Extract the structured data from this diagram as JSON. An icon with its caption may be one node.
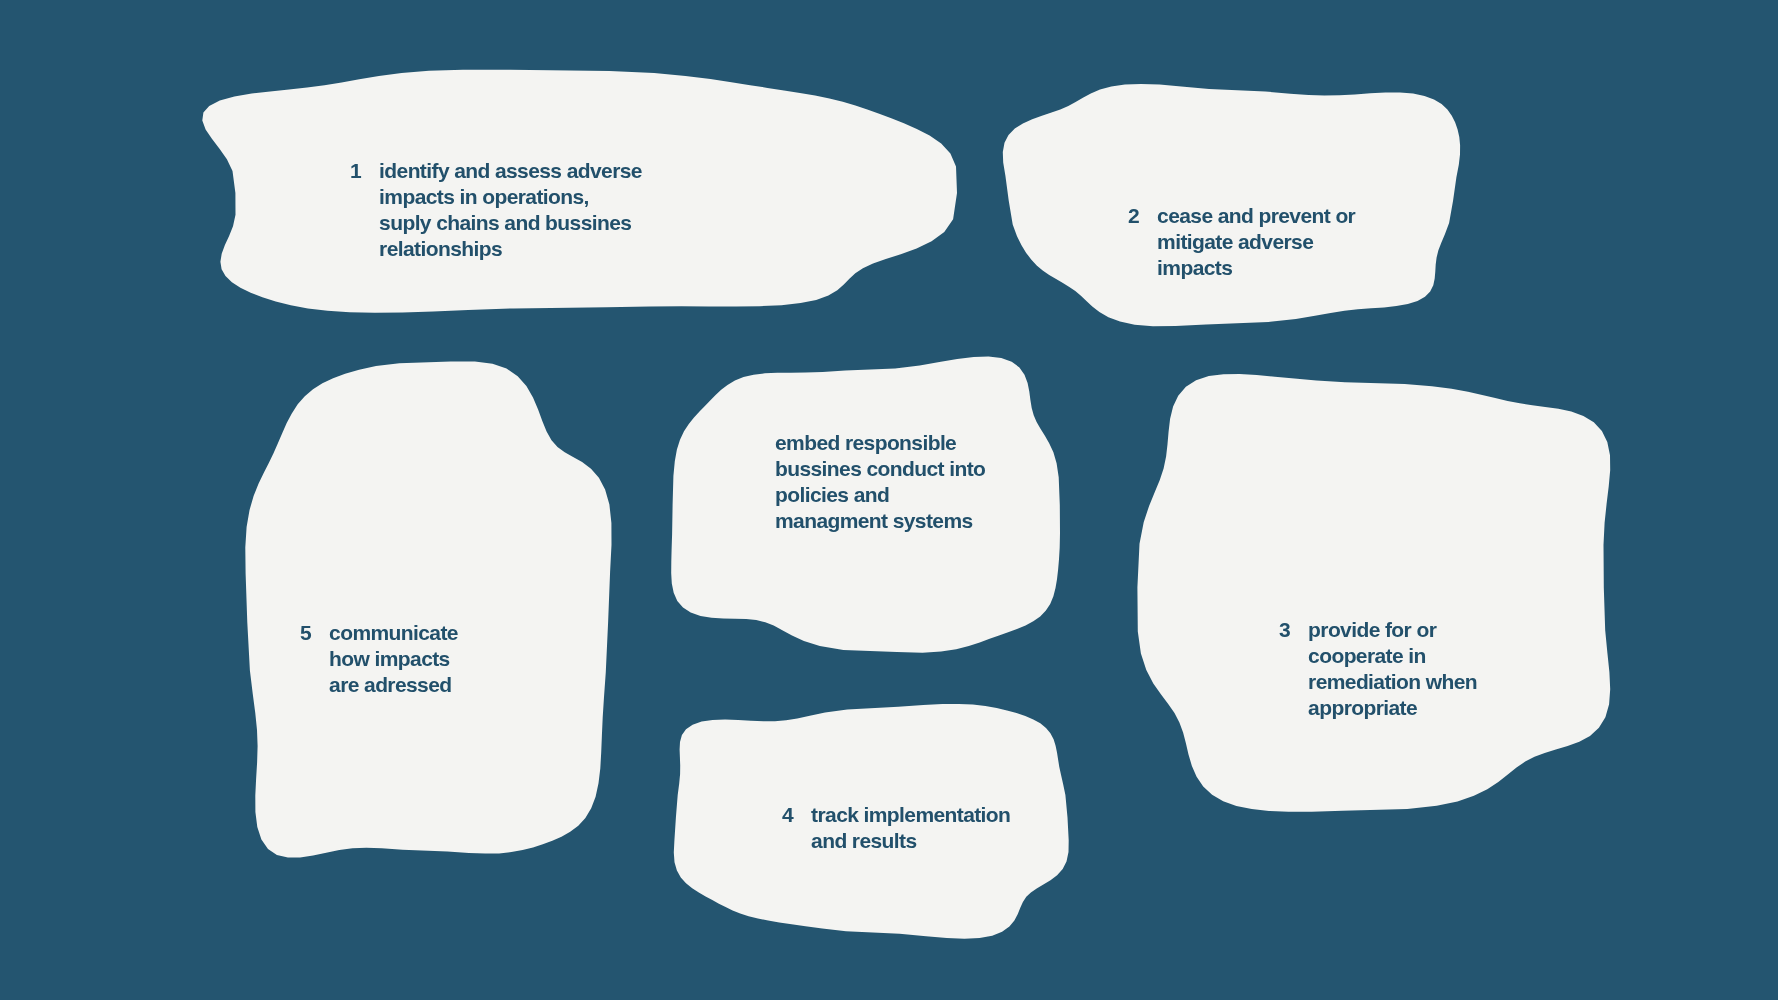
{
  "diagram": {
    "nodes": [
      {
        "text": [
          "1",
          "identify and assess adverse impacts in operations, suply chains and bussines relationships"
        ]
      },
      {
        "text": [
          "2",
          "cease and prevent or mitigate adverse impacts"
        ]
      },
      {
        "text": [
          "embed responsible bussines conduct into policies and managment systems"
        ]
      },
      {
        "text": [
          "5",
          "communicate how impacts are adressed"
        ]
      },
      {
        "text": [
          "3",
          "provide for or cooperate in remediation when appropriate"
        ]
      },
      {
        "text": [
          "4",
          "track implementation and results"
        ]
      }
    ],
    "edges": []
  }
}
